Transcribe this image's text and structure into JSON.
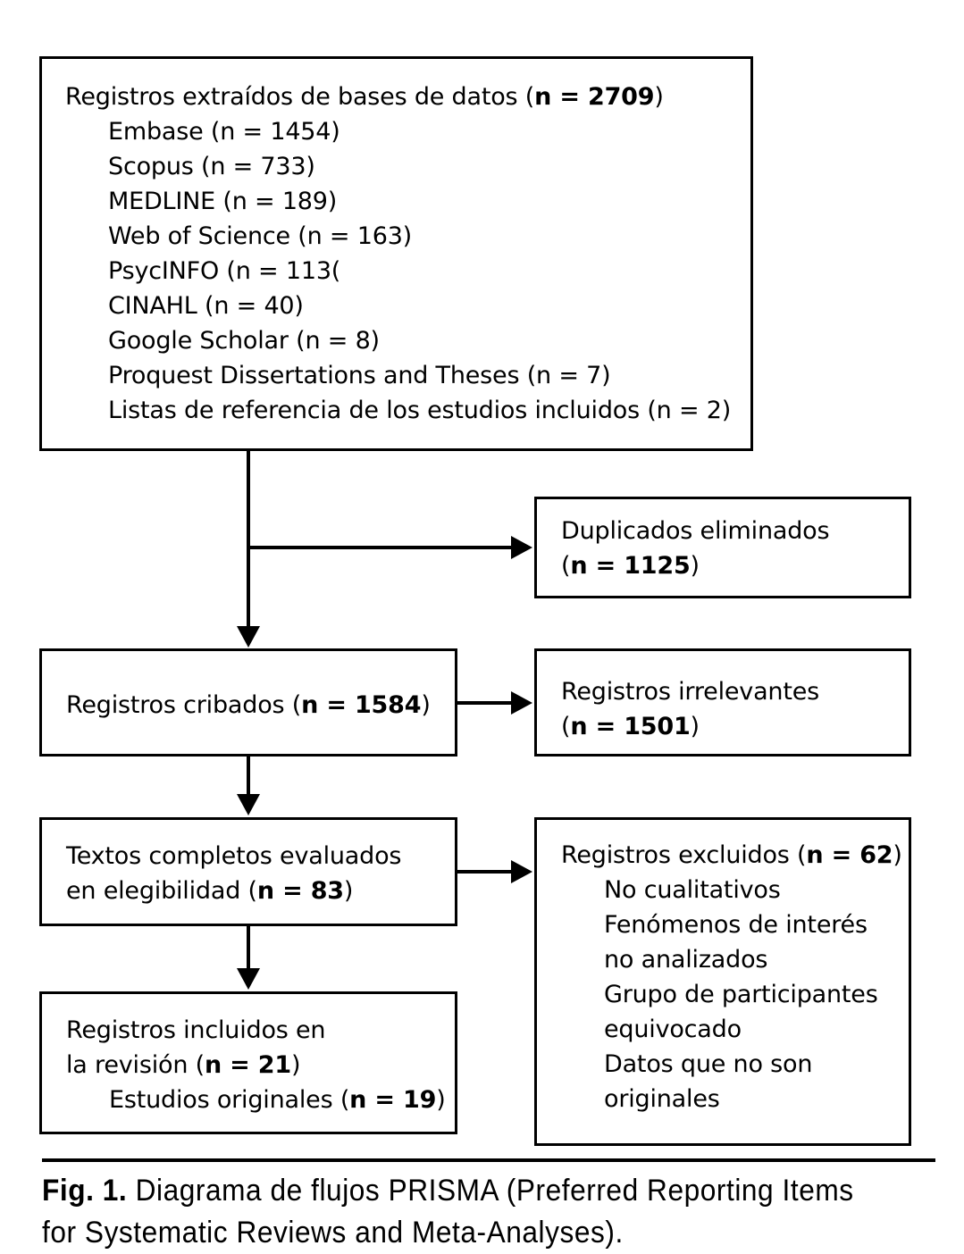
{
  "figure": {
    "caption_label": "Fig. 1.",
    "caption_text": " Diagrama de flujos PRISMA (Preferred Reporting Items for Systematic Reviews and Meta-Analyses)."
  },
  "colors": {
    "stroke": "#000000",
    "background": "#ffffff",
    "text": "#000000"
  },
  "flow": {
    "sources": {
      "title_prefix": "Registros extraídos de bases de datos (",
      "title_bold": "n = 2709",
      "title_suffix": ")",
      "items": [
        "Embase (n = 1454)",
        "Scopus (n = 733)",
        "MEDLINE (n = 189)",
        "Web of Science (n = 163)",
        "PsycINFO (n = 113(",
        "CINAHL (n = 40)",
        "Google Scholar (n = 8)",
        "Proquest Dissertations and Theses (n = 7)",
        "Listas de referencia de los estudios incluidos (n = 2)"
      ]
    },
    "duplicates": {
      "line1": "Duplicados eliminados",
      "line2_prefix": "(",
      "line2_bold": "n = 1125",
      "line2_suffix": ")"
    },
    "screened": {
      "line1_prefix": "Registros cribados (",
      "line1_bold": "n = 1584",
      "line1_suffix": ")"
    },
    "irrelevant": {
      "line1": "Registros irrelevantes",
      "line2_prefix": "(",
      "line2_bold": "n = 1501",
      "line2_suffix": ")"
    },
    "fulltext": {
      "line1": "Textos completos evaluados",
      "line2_prefix": "en elegibilidad (",
      "line2_bold": "n = 83",
      "line2_suffix": ")"
    },
    "excluded": {
      "title_prefix": "Registros excluidos (",
      "title_bold": "n = 62",
      "title_suffix": ")",
      "items": [
        "No cualitativos",
        "Fenómenos de interés",
        "no analizados",
        "Grupo de participantes",
        "equivocado",
        "Datos que no son",
        "originales"
      ]
    },
    "included": {
      "line1": "Registros incluidos en",
      "line2_prefix": "la revisión (",
      "line2_bold": "n = 21",
      "line2_suffix": ")",
      "line3_prefix": "Estudios originales (",
      "line3_bold": "n = 19",
      "line3_suffix": ")"
    }
  }
}
